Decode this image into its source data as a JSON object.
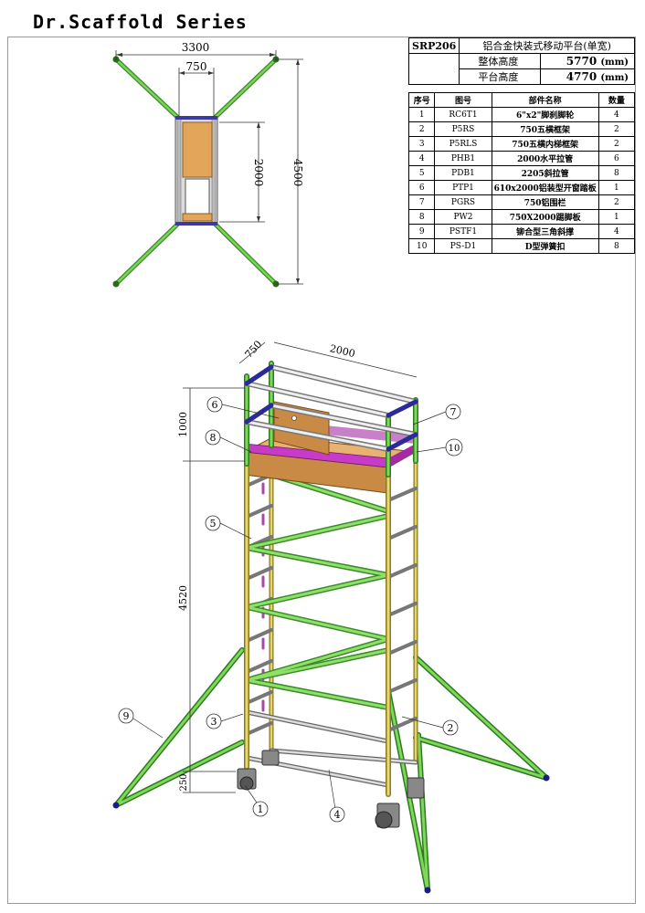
{
  "header": {
    "title": "Dr.Scaffold Series"
  },
  "spec": {
    "code": "SRP206",
    "name": "铝合金快装式移动平台(单宽)",
    "overall_label": "整体高度",
    "overall_value": "5770",
    "platform_label": "平台高度",
    "platform_value": "4770",
    "unit": "(mm)"
  },
  "parts_table": {
    "headers": [
      "序号",
      "图号",
      "部件名称",
      "数量"
    ],
    "rows": [
      {
        "no": "1",
        "code": "RC6T1",
        "name": "6\"x2\"脚刹脚轮",
        "qty": "4"
      },
      {
        "no": "2",
        "code": "P5RS",
        "name": "750五横框架",
        "qty": "2"
      },
      {
        "no": "3",
        "code": "P5RLS",
        "name": "750五横内梯框架",
        "qty": "2"
      },
      {
        "no": "4",
        "code": "PHB1",
        "name": "2000水平拉管",
        "qty": "6"
      },
      {
        "no": "5",
        "code": "PDB1",
        "name": "2205斜拉管",
        "qty": "8"
      },
      {
        "no": "6",
        "code": "PTP1",
        "name": "610x2000铝装型开窗踏板",
        "qty": "1"
      },
      {
        "no": "7",
        "code": "PGRS",
        "name": "750铝围栏",
        "qty": "2"
      },
      {
        "no": "8",
        "code": "PW2",
        "name": "750X2000踢脚板",
        "qty": "1"
      },
      {
        "no": "9",
        "code": "PSTF1",
        "name": "铆合型三角斜撑",
        "qty": "4"
      },
      {
        "no": "10",
        "code": "PS-D1",
        "name": "D型弹簧扣",
        "qty": "8"
      }
    ]
  },
  "plan_view": {
    "dim_width": "3300",
    "dim_frame": "750",
    "dim_length": "2000",
    "dim_depth": "4500"
  },
  "elevation": {
    "dim_750": "750",
    "dim_2000": "2000",
    "dim_1000": "1000",
    "dim_4520": "4520",
    "dim_250": "250",
    "callouts": [
      "1",
      "2",
      "3",
      "4",
      "5",
      "6",
      "7",
      "8",
      "9",
      "10"
    ]
  }
}
